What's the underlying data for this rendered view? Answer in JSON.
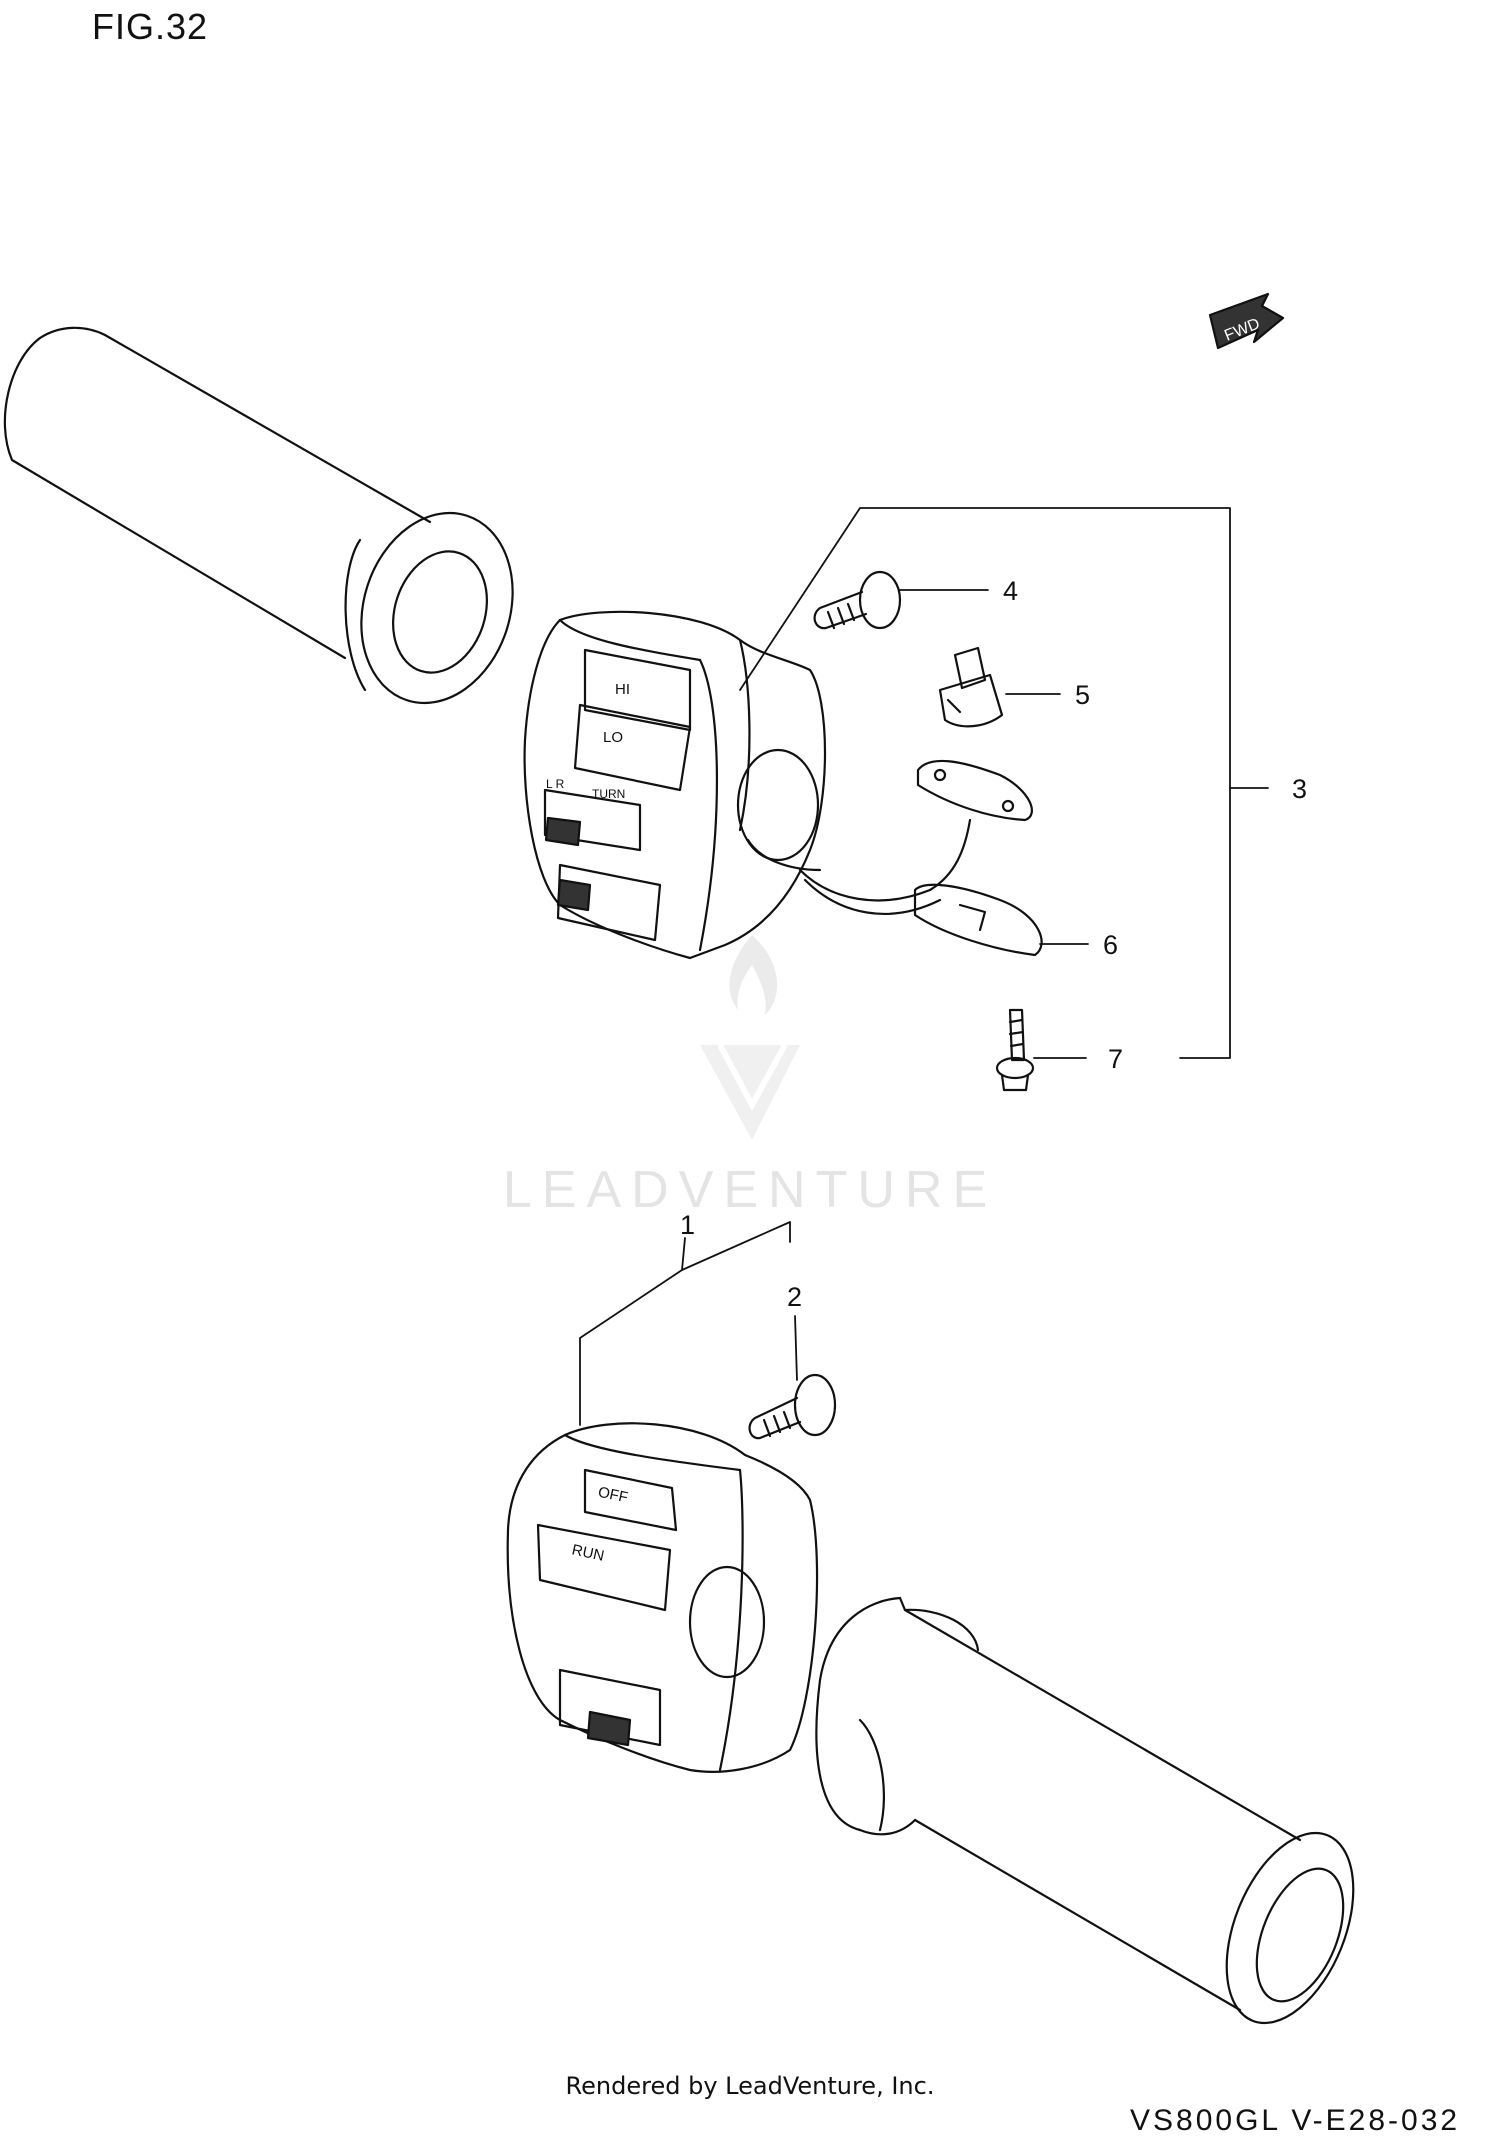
{
  "figure": {
    "title": "FIG.32"
  },
  "fwd_label": "FWD",
  "callouts": [
    "1",
    "2",
    "3",
    "4",
    "5",
    "6",
    "7"
  ],
  "switch_labels": {
    "left_upper": "HI",
    "left_lower": "LO",
    "left_side_1": "L R",
    "left_side_2": "TURN",
    "right_upper": "OFF",
    "right_lower": "RUN"
  },
  "watermark": "LEADVENTURE",
  "footer": {
    "rendered_by": "Rendered by LeadVenture, Inc.",
    "doc_code": "VS800GL V-E28-032"
  }
}
